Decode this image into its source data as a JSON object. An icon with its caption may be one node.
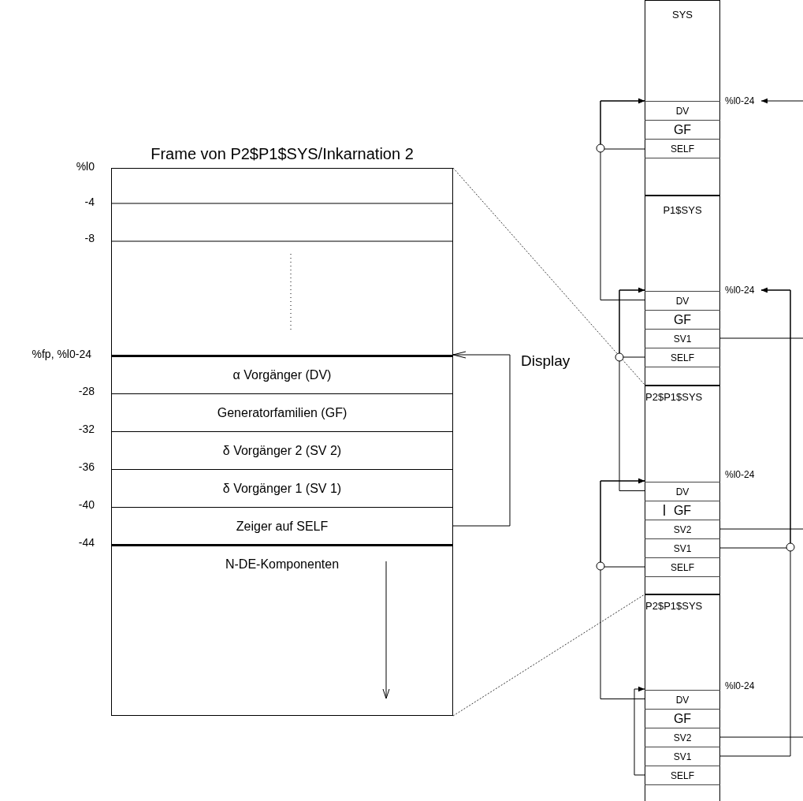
{
  "diagram": {
    "nodes": [
      {
        "text": [
          "Frame von P2$P1$SYS/Inkarnation 2"
        ]
      },
      {
        "text": [
          "α Vorgänger (DV)"
        ],
        "in": 0
      },
      {
        "text": [
          "Generatorfamilien (GF)"
        ],
        "in": 0
      },
      {
        "text": [
          "δ Vorgänger 2 (SV 2)"
        ],
        "in": 0
      },
      {
        "text": [
          "δ Vorgänger 1 (SV 1)"
        ],
        "in": 0
      },
      {
        "text": [
          "Zeiger auf SELF"
        ],
        "in": 0
      },
      {
        "text": [
          "N-DE-Komponenten"
        ],
        "in": 0
      },
      {
        "text": [
          "SYS"
        ]
      },
      {
        "text": [
          "DV"
        ],
        "in": 7
      },
      {
        "text": [
          "GF"
        ],
        "in": 7
      },
      {
        "text": [
          "SELF"
        ],
        "in": 7
      },
      {
        "text": [
          "%l0-24"
        ]
      },
      {
        "text": [
          "P1$SYS"
        ]
      },
      {
        "text": [
          "DV"
        ],
        "in": 12
      },
      {
        "text": [
          "GF"
        ],
        "in": 12
      },
      {
        "text": [
          "SV1"
        ],
        "in": 12
      },
      {
        "text": [
          "SELF"
        ],
        "in": 12
      },
      {
        "text": [
          "%l0-24"
        ]
      },
      {
        "text": [
          "P2$P1$SYS"
        ]
      },
      {
        "text": [
          "DV"
        ],
        "in": 18
      },
      {
        "text": [
          "GF"
        ],
        "in": 18
      },
      {
        "text": [
          "SV2"
        ],
        "in": 18
      },
      {
        "text": [
          "SV1"
        ],
        "in": 18
      },
      {
        "text": [
          "SELF"
        ],
        "in": 18
      },
      {
        "text": [
          "P2$P1$SYS"
        ]
      },
      {
        "text": [
          "DV"
        ],
        "in": 24
      },
      {
        "text": [
          "GF"
        ],
        "in": 24
      },
      {
        "text": [
          "SV2"
        ],
        "in": 24
      },
      {
        "text": [
          "SV1"
        ],
        "in": 24
      },
      {
        "text": [
          "SELF"
        ],
        "in": 24
      }
    ],
    "edges": [
      {
        "from": 5,
        "to": 1,
        "arrow": "to"
      },
      {
        "from": null,
        "to": 11,
        "arrow": "to"
      },
      {
        "from": 13,
        "to": 8,
        "arrow": "to"
      },
      {
        "from": 10,
        "to": 8,
        "arrow": "to"
      },
      {
        "from": 19,
        "to": 13,
        "arrow": "to"
      },
      {
        "from": 16,
        "to": 13,
        "arrow": "to"
      },
      {
        "from": 15,
        "to": null,
        "arrow": "none"
      },
      {
        "from": 22,
        "to": 17,
        "arrow": "to"
      },
      {
        "from": 28,
        "to": 17,
        "arrow": "to"
      },
      {
        "from": 21,
        "to": null,
        "arrow": "none"
      },
      {
        "from": 27,
        "to": null,
        "arrow": "none"
      },
      {
        "from": 25,
        "to": 19,
        "arrow": "to"
      },
      {
        "from": 23,
        "to": 19,
        "arrow": "to"
      },
      {
        "from": 29,
        "to": 25,
        "arrow": "to"
      },
      {
        "from": 0,
        "to": 18,
        "arrow": "none",
        "style": "dashed"
      },
      {
        "from": 0,
        "to": 18,
        "arrow": "none",
        "style": "dashed"
      }
    ],
    "labels": [
      "%l0",
      "-4",
      "-8",
      "%fp, %l0-24",
      "Display",
      "-28",
      "-32",
      "-36",
      "-40",
      "-44",
      "%l0-24",
      "%l0-24"
    ]
  }
}
